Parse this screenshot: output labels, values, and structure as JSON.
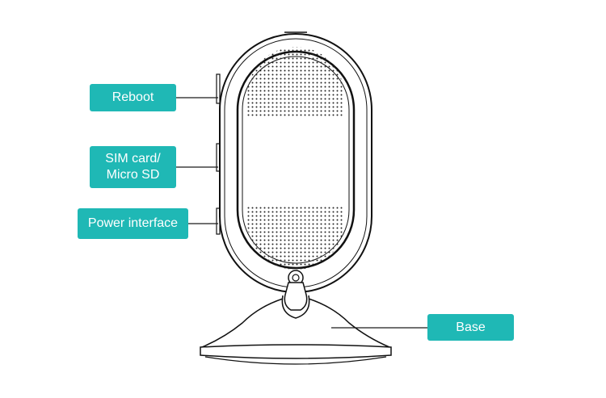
{
  "labels": {
    "reboot": "Reboot",
    "sim_card": "SIM card/\nMicro SD",
    "power_interface": "Power interface",
    "base": "Base"
  },
  "colors": {
    "callout": "#1fb8b5",
    "line": "#1a1a1a"
  }
}
